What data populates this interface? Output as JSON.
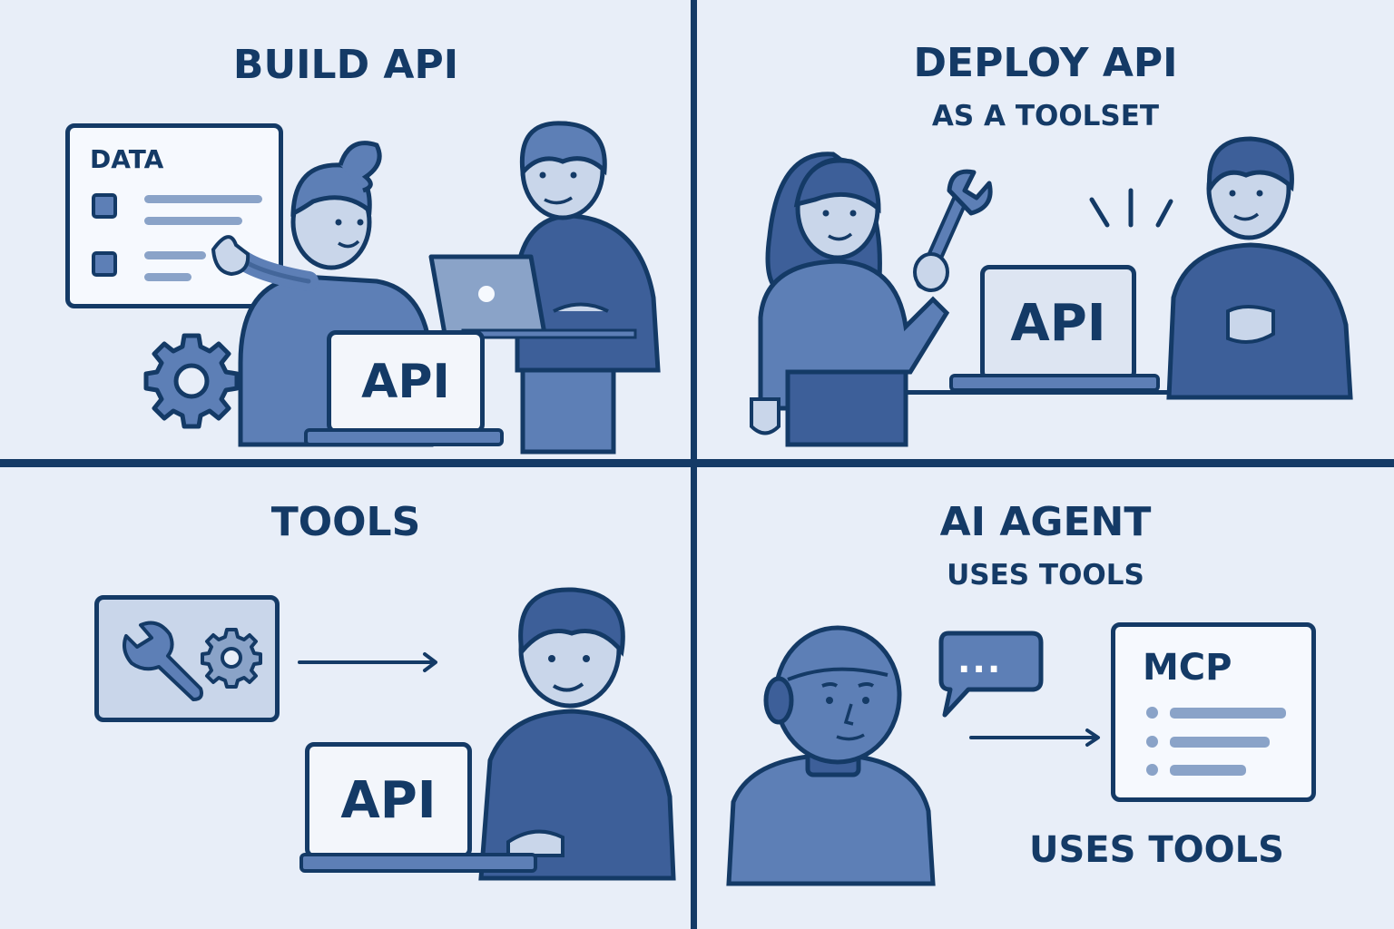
{
  "panels": [
    {
      "id": "build-api",
      "title": "BUILD API",
      "data_card": {
        "label": "DATA",
        "rows": 2
      },
      "laptop_label": "API",
      "icons": [
        "gear-icon",
        "laptop-icon"
      ],
      "people": [
        "woman-pointing",
        "man-with-laptop"
      ]
    },
    {
      "id": "deploy-api",
      "title": "DEPLOY API",
      "subtitle": "AS A TOOLSET",
      "laptop_label": "API",
      "icons": [
        "wrench-icon",
        "sparkle-lines"
      ],
      "people": [
        "woman-holding-wrench",
        "man-gesturing"
      ]
    },
    {
      "id": "tools",
      "title": "TOOLS",
      "toolbox_icons": [
        "wrench-icon",
        "gear-icon"
      ],
      "laptop_label": "API",
      "people": [
        "man-typing"
      ]
    },
    {
      "id": "ai-agent",
      "title": "AI AGENT",
      "subtitle": "USES TOOLS",
      "speech_bubble": "...",
      "mcp_card": {
        "label": "MCP",
        "rows": 3
      },
      "footer": "USES TOOLS",
      "people": [
        "robot-agent-with-headset"
      ]
    }
  ],
  "colors": {
    "background": "#e8eef8",
    "ink": "#143a66",
    "primary": "#5d7fb6",
    "light": "#c9d6ea",
    "muted_bar": "#8aa3c8",
    "card": "#f6f9fe"
  }
}
